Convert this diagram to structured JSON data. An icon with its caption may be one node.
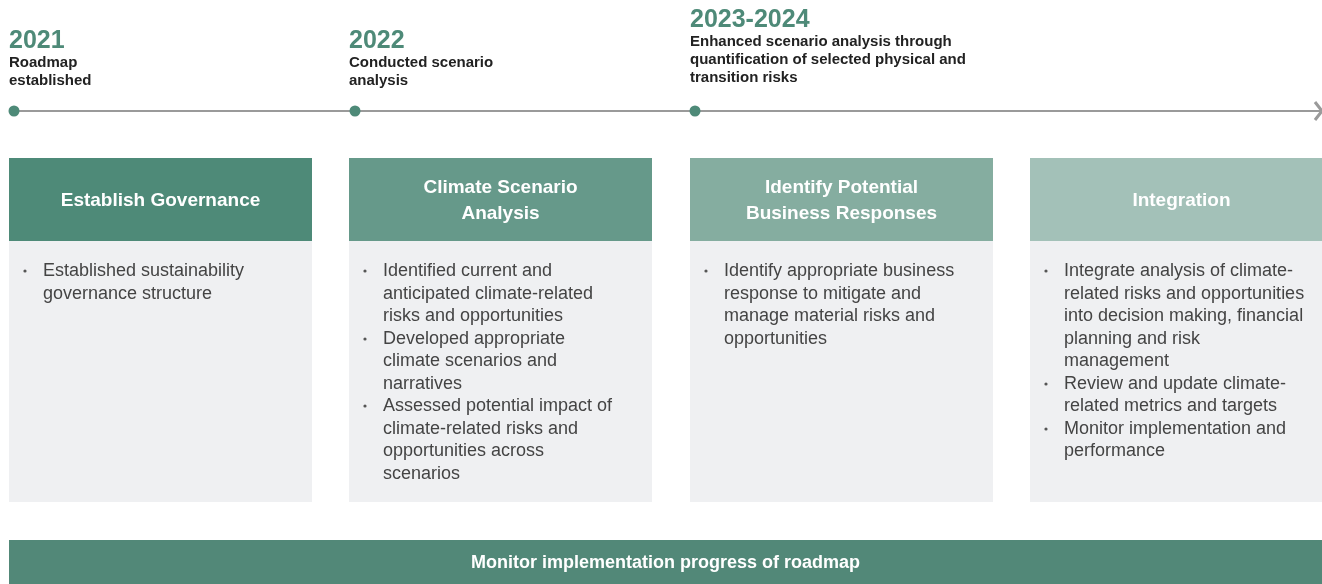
{
  "diagram": {
    "nodes": [
      {
        "text": [
          "Establish Governance",
          "Established sustainability governance structure"
        ]
      },
      {
        "text": [
          "Climate Scenario Analysis",
          "Identified current and anticipated climate-related risks and opportunities",
          "Developed appropriate climate scenarios and narratives",
          "Assessed potential impact of climate-related risks and opportunities across scenarios"
        ]
      },
      {
        "text": [
          "Identify Potential Business Responses",
          "Identify appropriate business response to mitigate and manage material risks and opportunities"
        ]
      },
      {
        "text": [
          "Integration",
          "Integrate analysis of climate-related risks and opportunities into decision making, financial planning and risk management",
          "Review and update climate-related metrics and targets",
          "Monitor implementation and performance"
        ]
      },
      {
        "text": [
          "Monitor implementation progress of roadmap"
        ]
      }
    ],
    "labels": [
      "2021",
      "Roadmap established",
      "2022",
      "Conducted scenario analysis",
      "2023-2024",
      "Enhanced scenario analysis through quantification of selected physical and transition risks"
    ]
  }
}
